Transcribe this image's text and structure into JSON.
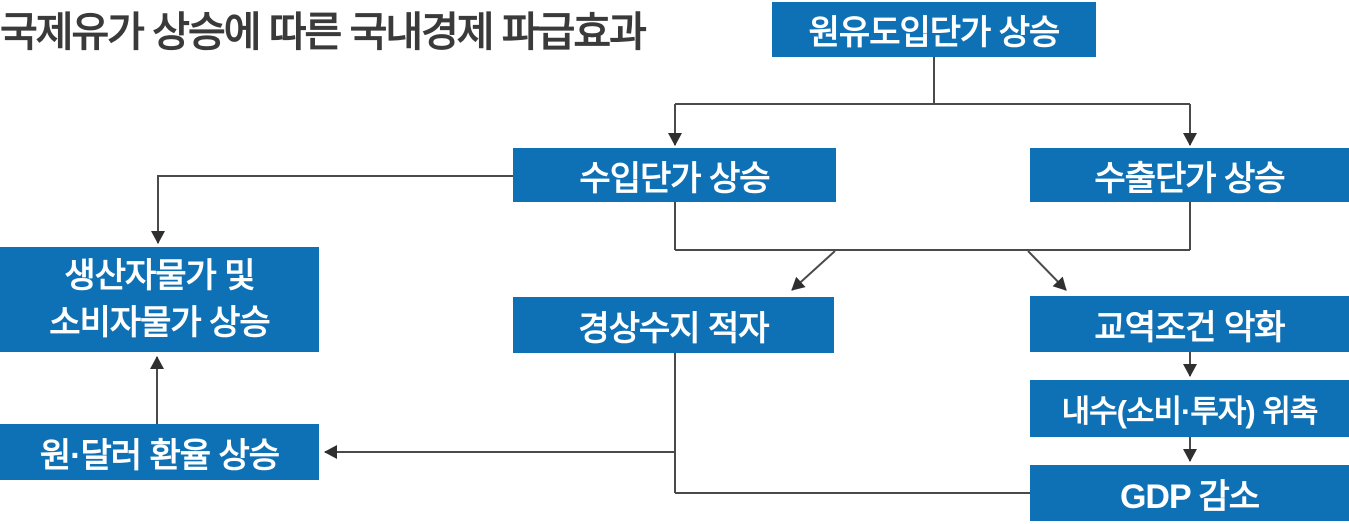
{
  "title": "국제유가 상승에 따른 국내경제 파급효과",
  "colors": {
    "node_background": "#0e70b5",
    "node_text": "#ffffff",
    "connector_line": "#4a4a4a",
    "arrowhead": "#2f2f2f",
    "title_text": "#3a3a3a",
    "background": "#ffffff"
  },
  "nodes": {
    "crude": {
      "label": "원유도입단가 상승"
    },
    "import": {
      "label": "수입단가 상승"
    },
    "export": {
      "label": "수출단가 상승"
    },
    "prices": {
      "line1": "생산자물가 및",
      "line2": "소비자물가 상승"
    },
    "current_account": {
      "label": "경상수지 적자"
    },
    "terms_of_trade": {
      "label": "교역조건 악화"
    },
    "domestic_demand": {
      "label": "내수(소비·투자) 위축"
    },
    "gdp": {
      "label": "GDP 감소"
    },
    "fx": {
      "label": "원·달러 환율 상승"
    }
  },
  "edges": [
    {
      "from": "crude",
      "to": "import"
    },
    {
      "from": "crude",
      "to": "export"
    },
    {
      "from": "import",
      "to": "prices"
    },
    {
      "from": "import",
      "to": "current_account"
    },
    {
      "from": "import",
      "to": "terms_of_trade"
    },
    {
      "from": "export",
      "to": "current_account"
    },
    {
      "from": "export",
      "to": "terms_of_trade"
    },
    {
      "from": "terms_of_trade",
      "to": "domestic_demand"
    },
    {
      "from": "domestic_demand",
      "to": "gdp"
    },
    {
      "from": "current_account",
      "to": "fx"
    },
    {
      "from": "gdp",
      "to": "fx"
    },
    {
      "from": "fx",
      "to": "prices"
    }
  ]
}
